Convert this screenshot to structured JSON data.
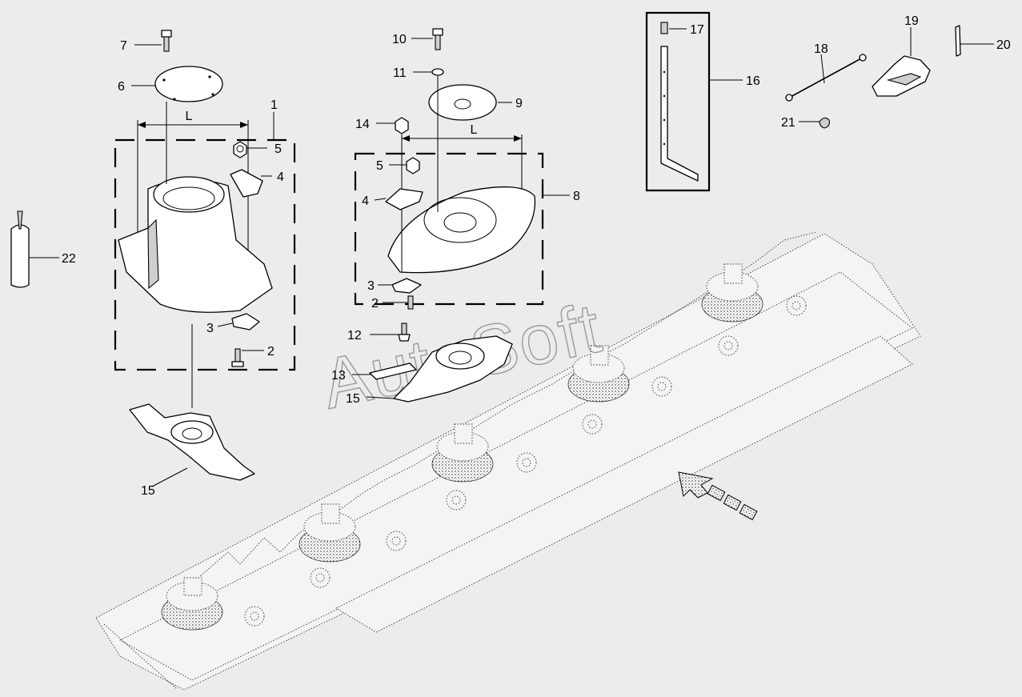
{
  "diagram": {
    "watermark": "AutoSoft",
    "dimension_labels": [
      "L",
      "L"
    ],
    "callouts": {
      "c1": "1",
      "c2a": "2",
      "c2b": "2",
      "c3a": "3",
      "c3b": "3",
      "c4a": "4",
      "c4b": "4",
      "c5a": "5",
      "c5b": "5",
      "c6": "6",
      "c7": "7",
      "c8": "8",
      "c9": "9",
      "c10": "10",
      "c11": "11",
      "c12": "12",
      "c13": "13",
      "c14": "14",
      "c15a": "15",
      "c15b": "15",
      "c16": "16",
      "c17": "17",
      "c18": "18",
      "c19": "19",
      "c20": "20",
      "c21": "21",
      "c22": "22"
    }
  }
}
